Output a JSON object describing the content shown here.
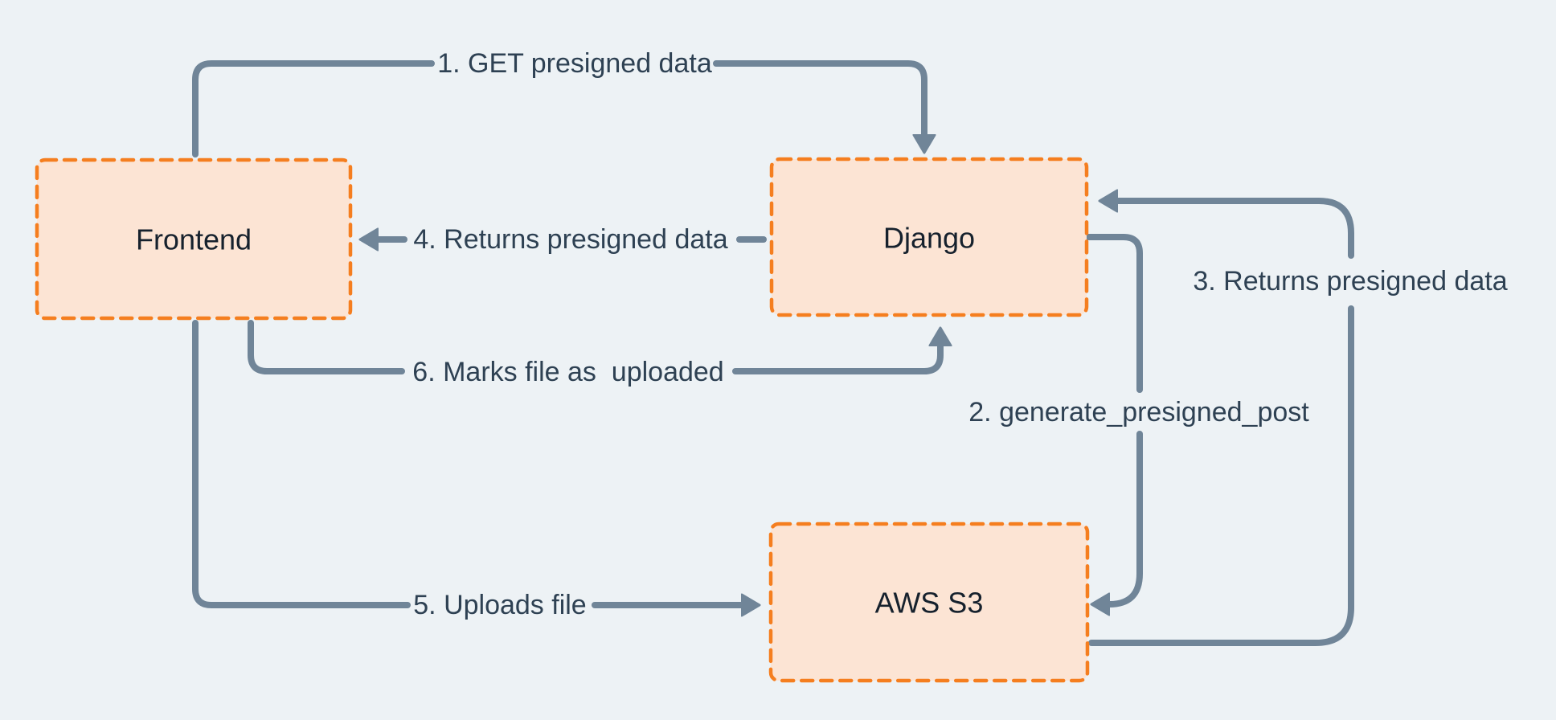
{
  "diagram": {
    "colors": {
      "background": "#EDF2F5",
      "node_fill": "#FCE4D4",
      "node_border": "#F57E1F",
      "connector": "#708598",
      "edge_label_text": "#2E4153",
      "node_label_text": "#16212D"
    },
    "nodes": {
      "frontend": {
        "label": "Frontend"
      },
      "django": {
        "label": "Django"
      },
      "aws_s3": {
        "label": "AWS S3"
      }
    },
    "edges": {
      "e1": {
        "label": "1. GET presigned data",
        "from": "Frontend",
        "to": "Django"
      },
      "e2": {
        "label": "2. generate_presigned_post",
        "from": "Django",
        "to": "AWS S3"
      },
      "e3": {
        "label": "3. Returns presigned data",
        "from": "AWS S3",
        "to": "Django"
      },
      "e4": {
        "label": "4. Returns presigned data",
        "from": "Django",
        "to": "Frontend"
      },
      "e5": {
        "label": "5. Uploads file",
        "from": "Frontend",
        "to": "AWS S3"
      },
      "e6": {
        "label": "6. Marks file as  uploaded",
        "from": "Frontend",
        "to": "Django"
      }
    }
  }
}
